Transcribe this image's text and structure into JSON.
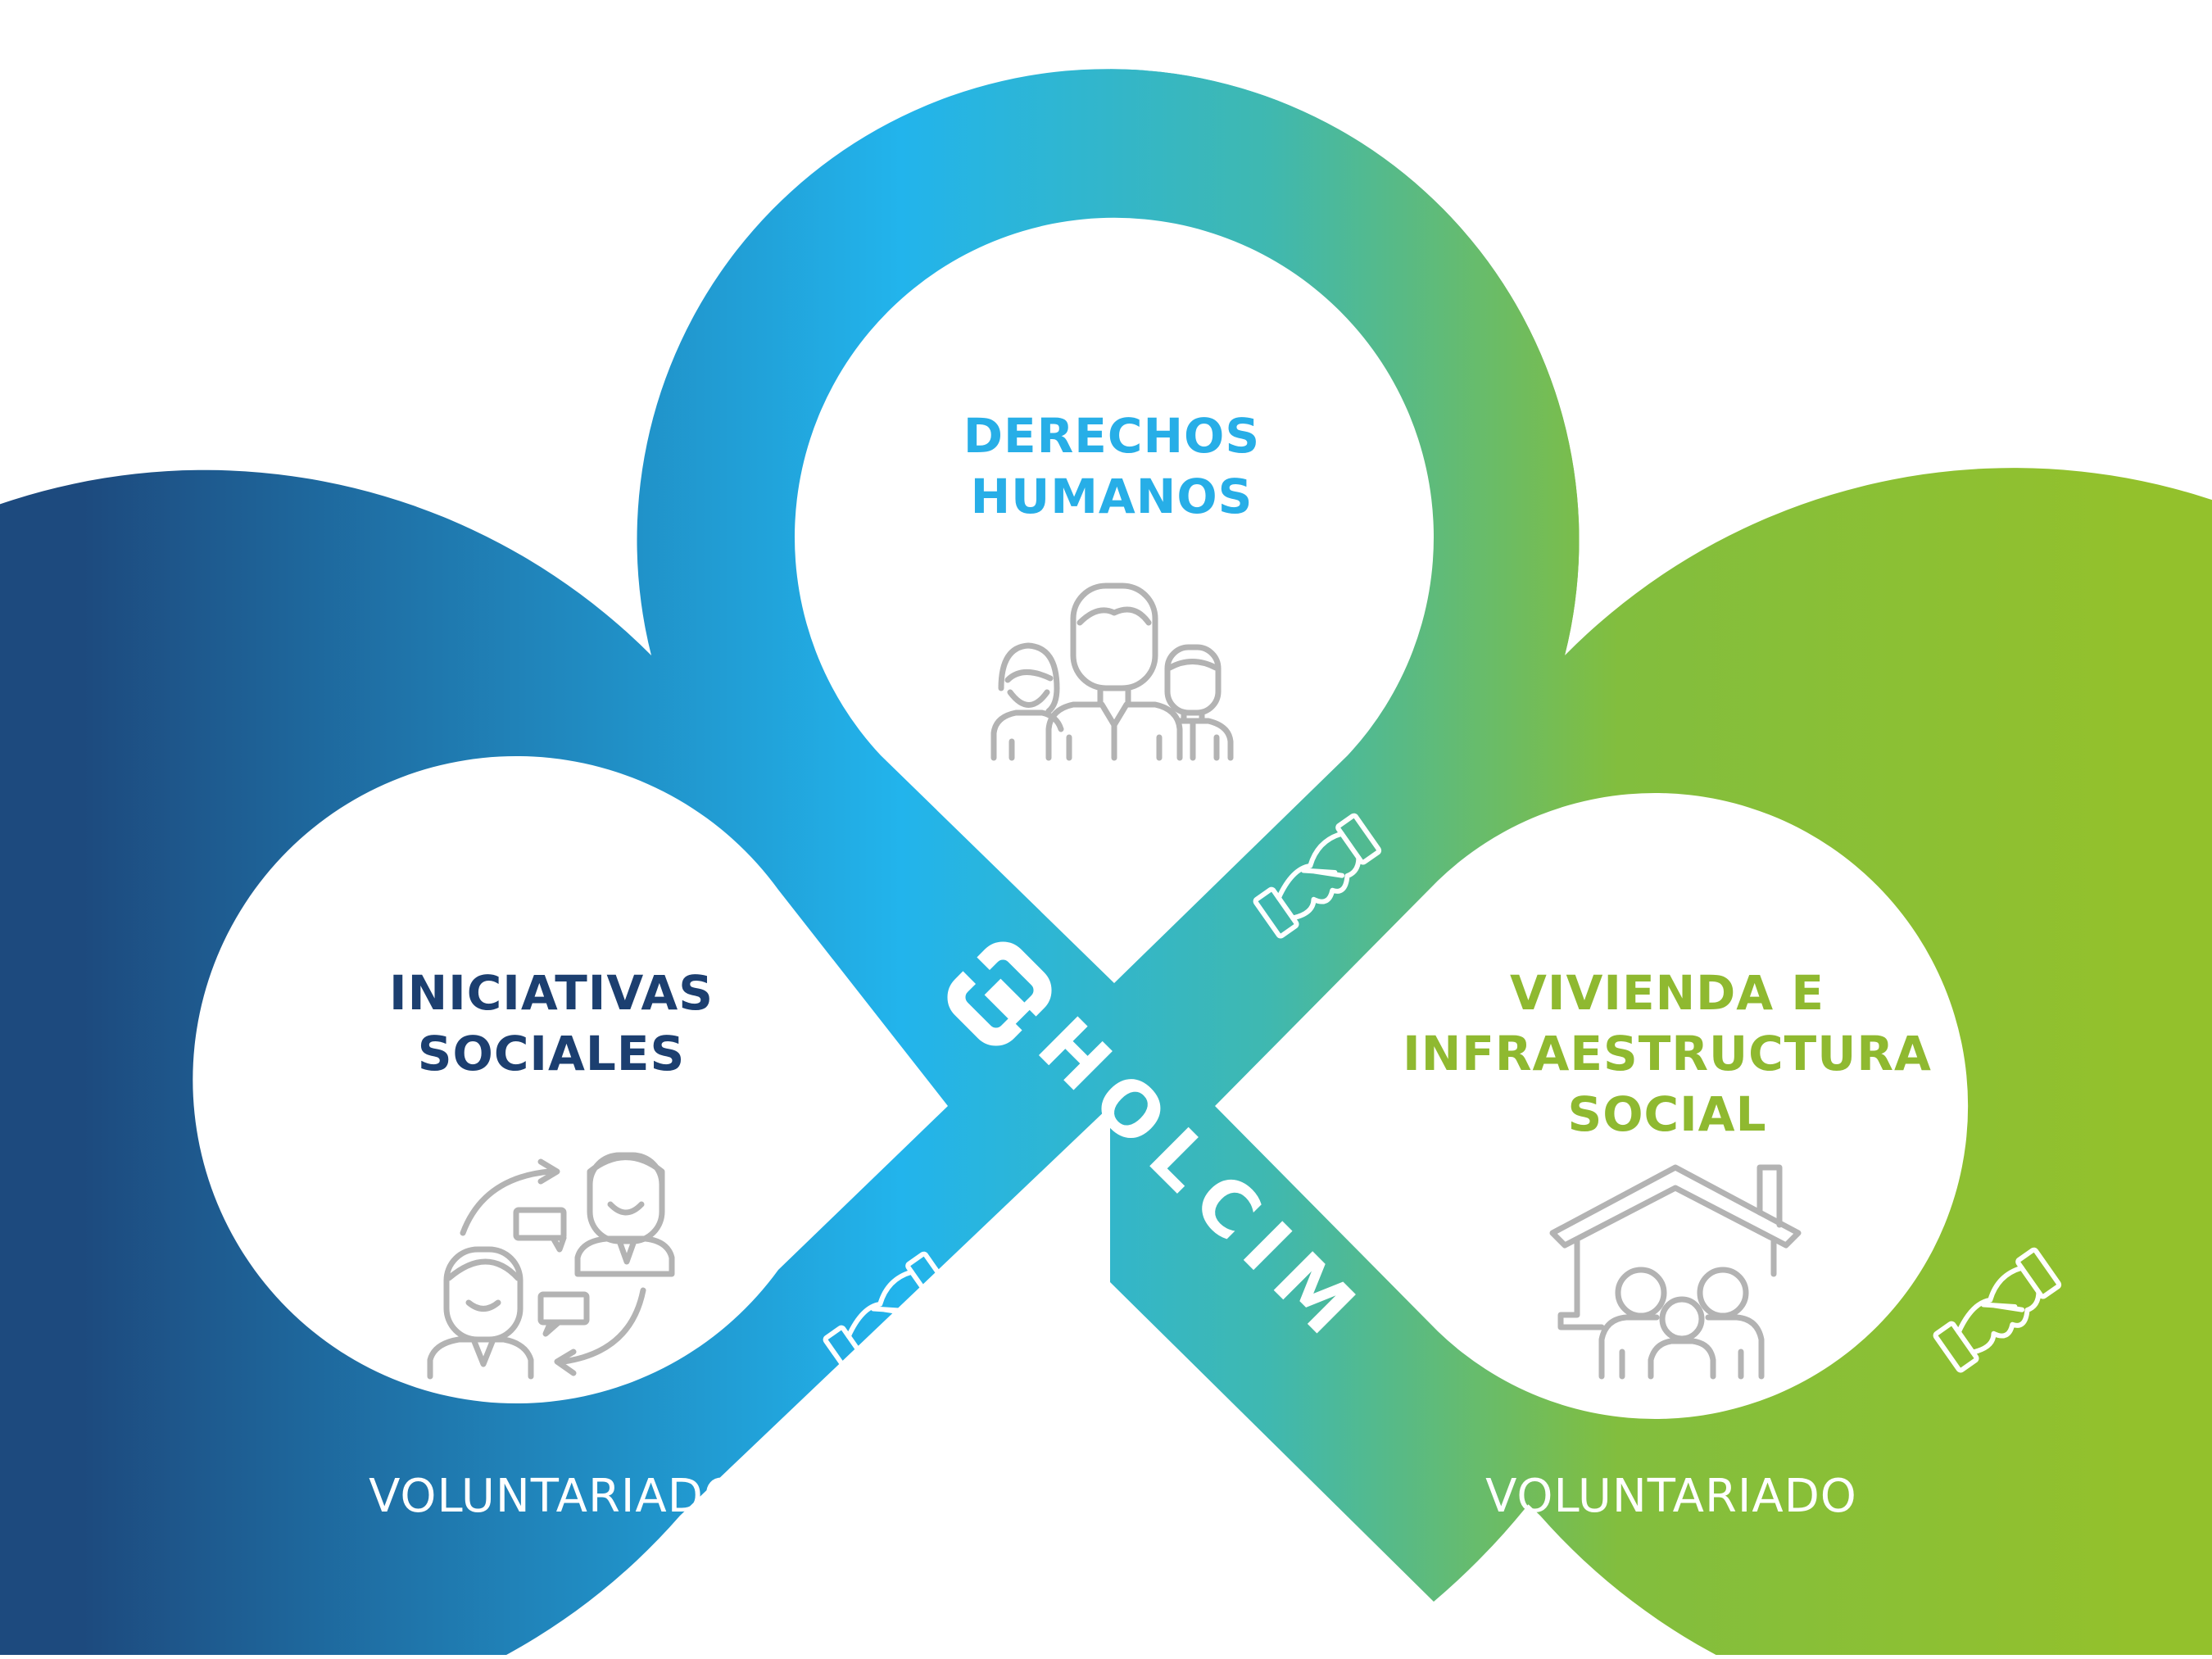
{
  "brand": {
    "name": "HOLCIM",
    "logo_icon": "holcim-logo-icon"
  },
  "nodes": {
    "top": {
      "title_lines": [
        "DERECHOS",
        "HUMANOS"
      ],
      "icon": "people-group-icon",
      "color": "#27aee7"
    },
    "left": {
      "title_lines": [
        "INICIATIVAS",
        "SOCIALES"
      ],
      "icon": "conversation-people-icon",
      "color": "#1c3f70"
    },
    "right": {
      "title_lines": [
        "VIVIENDA E",
        "INFRAESTRUCTURA",
        "SOCIAL"
      ],
      "icon": "house-family-icon",
      "color": "#8fb930"
    }
  },
  "voluntariado": {
    "left_label": "VOLUNTARIADO",
    "right_label": "VOLUNTARIADO",
    "icon": "handshake-icon"
  },
  "colors": {
    "gradient_start": "#1d4a7e",
    "gradient_mid": "#22b4ec",
    "gradient_end": "#93c12c",
    "icon_gray": "#b3b3b3"
  }
}
